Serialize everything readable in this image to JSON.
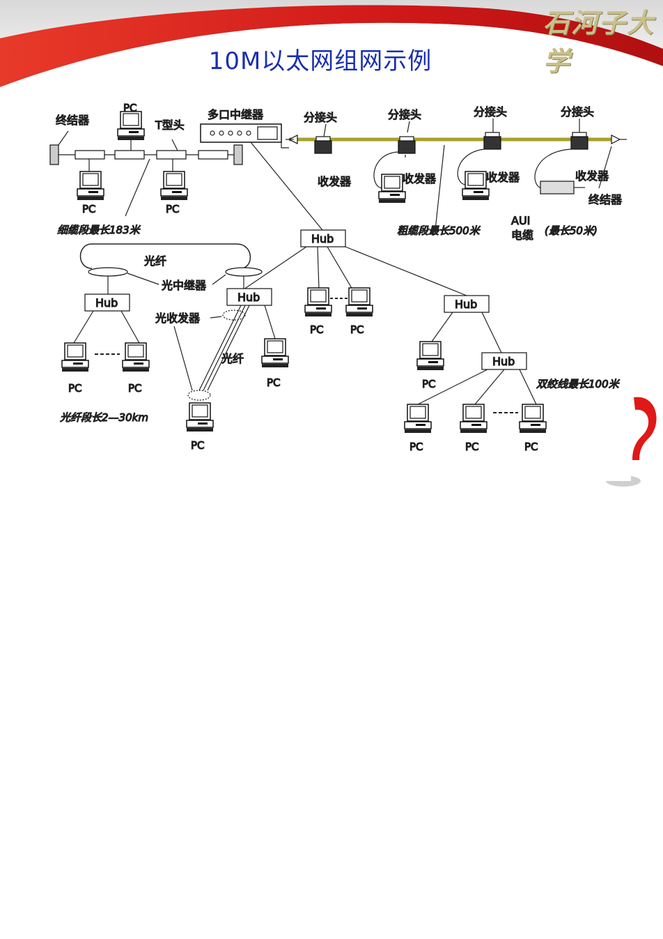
{
  "header": {
    "title": "10M以太网组网示例",
    "logo_text": "石河子大学"
  },
  "diagram": {
    "labels": {
      "terminator_left": "终结器",
      "pc_top": "PC",
      "t_connector": "T型头",
      "multiport_repeater": "多口中继器",
      "tap_1": "分接头",
      "tap_2": "分接头",
      "tap_3": "分接头",
      "tap_4": "分接头",
      "transceiver_1": "收发器",
      "transceiver_2": "收发器",
      "transceiver_3": "收发器",
      "transceiver_4": "收发器",
      "terminator_right": "终结器",
      "aui": "AUI",
      "cable": "电缆",
      "aui_max": "(最长50米)",
      "thin_cable_max": "细缆段最长183米",
      "thick_cable_max": "粗缆段最长500米",
      "fiber_top": "光纤",
      "fiber_repeater": "光中继器",
      "fiber_transceiver": "光收发器",
      "fiber_mid": "光纤",
      "fiber_segment": "光纤段长2—30km",
      "twisted_pair": "双绞线最长100米",
      "hub": "Hub",
      "pc": "PC"
    },
    "colors": {
      "thick_cable": "#a8a02a",
      "title": "#1a2fb0",
      "banner_red": "#e02020"
    }
  }
}
